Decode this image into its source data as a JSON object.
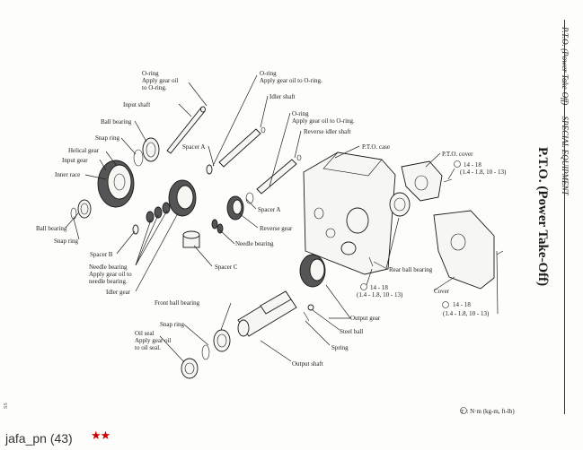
{
  "header": {
    "running_head": "P.T.O. (Power Take-Off) — SPECIAL EQUIPMENT",
    "title": "P.T.O. (Power Take-Off)"
  },
  "labels": {
    "o_ring_1": "O-ring",
    "o_ring_1_note": "Apply gear oil\nto O-ring.",
    "input_shaft": "Input shaft",
    "ball_bearing_1": "Ball bearing",
    "snap_ring_1": "Snap ring",
    "helical_gear": "Helical gear",
    "input_gear": "Input gear",
    "inner_race": "Inner race",
    "ball_bearing_2": "Ball bearing",
    "snap_ring_2": "Snap ring",
    "spacer_b": "Spacer B",
    "needle_bearing_1": "Needle bearing",
    "needle_bearing_1_note": "Apply gear oil to\nneedle bearing.",
    "idler_gear": "Idler gear",
    "o_ring_2": "O-ring",
    "o_ring_2_note": "Apply gear oil to O-ring.",
    "idler_shaft": "Idler shaft",
    "o_ring_3": "O-ring",
    "o_ring_3_note": "Apply gear oil to O-ring.",
    "reverse_idler_shaft": "Reverse idler shaft",
    "spacer_a_1": "Spacer A",
    "spacer_a_2": "Spacer A",
    "reverse_gear": "Reverse gear",
    "needle_bearing_2": "Needle bearing",
    "spacer_c": "Spacer C",
    "pto_case": "P.T.O. case",
    "pto_cover": "P.T.O. cover",
    "torque_1": "14 - 18",
    "torque_1_units": "(1.4 - 1.8, 10 - 13)",
    "rear_ball_bearing": "Rear ball bearing",
    "torque_2": "14 - 18",
    "torque_2_units": "(1.4 - 1.8, 10 - 13)",
    "cover": "Cover",
    "torque_3": "14 - 18",
    "torque_3_units": "(1.4 - 1.8, 10 - 13)",
    "front_ball_bearing": "Front ball bearing",
    "snap_ring_3": "Snap ring",
    "oil_seal": "Oil seal",
    "oil_seal_note": "Apply gear oil\nto oil seal.",
    "output_gear": "Output gear",
    "steel_ball": "Steel ball",
    "spring": "Spring",
    "output_shaft": "Output shaft"
  },
  "legend": {
    "symbol": "T",
    "text": ": N·m (kg-m, ft-lb)"
  },
  "side_code": "SS",
  "footer": {
    "username": "jafa_pn (43)",
    "stars": "★★"
  }
}
